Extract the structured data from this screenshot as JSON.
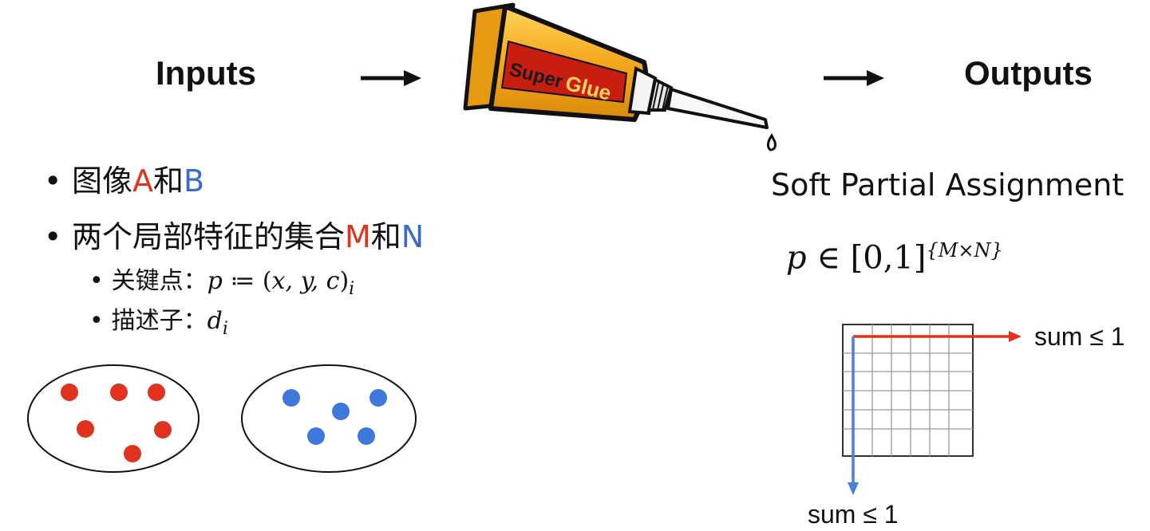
{
  "header": {
    "inputs_label": "Inputs",
    "outputs_label": "Outputs",
    "tube_brand_part1": "Super",
    "tube_brand_part2": "Glue"
  },
  "bullets": {
    "line1": {
      "prefix": "图像",
      "a": "A",
      "mid": "和",
      "b": "B"
    },
    "line2": {
      "prefix": "两个局部特征的集合",
      "m": "M",
      "mid": "和",
      "n": "N"
    },
    "keypoints": {
      "label": "关键点：",
      "p": "p",
      "assign": " ≔ (",
      "xyc": "x, y, c",
      "close": ")",
      "sub": "i"
    },
    "descriptors": {
      "label": "描述子：",
      "d": "d",
      "sub": "i"
    }
  },
  "output": {
    "title": "Soft Partial Assignment",
    "formula_p": "p",
    "formula_rest": " ∈ [0,1]",
    "formula_sup": "{M×N}",
    "row_sum": "sum ≤ 1",
    "col_sum": "sum ≤ 1"
  },
  "colors": {
    "set_a": "#e0321e",
    "set_b": "#3a6bc9",
    "row_arrow": "#e0321e",
    "col_arrow": "#4a7fdc",
    "tube": "#f5a81c"
  },
  "icons": {
    "arrow_1": "right-arrow-icon",
    "arrow_2": "right-arrow-icon",
    "tube": "glue-tube-icon"
  }
}
